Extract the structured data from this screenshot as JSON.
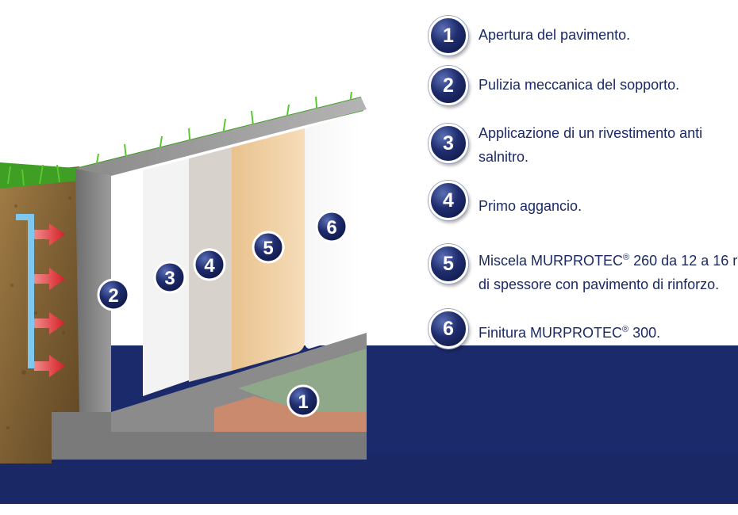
{
  "legend": {
    "items": [
      {
        "number": "1",
        "text": "Apertura del pavimento."
      },
      {
        "number": "2",
        "text": "Pulizia meccanica del sopporto."
      },
      {
        "number": "3",
        "text_line1": "Applicazione di un rivestimento anti",
        "text_line2": "salnitro."
      },
      {
        "number": "4",
        "text": "Primo aggancio."
      },
      {
        "number": "5",
        "text_line1_a": "Miscela MURPROTEC",
        "reg": "®",
        "text_line1_b": " 260 da 12 a 16 r",
        "text_line2": "di spessore con pavimento di rinforzo."
      },
      {
        "number": "6",
        "text_a": "Finitura MURPROTEC",
        "reg": "®",
        "text_b": " 300."
      }
    ]
  },
  "diagram": {
    "markers": [
      "1",
      "2",
      "3",
      "4",
      "5",
      "6"
    ]
  },
  "colors": {
    "navy": "#1b2a6b",
    "legend_text": "#1b2a66",
    "grass": "#4bb52a",
    "soil": "#8a6a3a",
    "concrete": "#8e8e8e",
    "layer3": "#f4f4f4",
    "layer4": "#d8d4ce",
    "layer5": "#f1d2a6",
    "floor_green": "#8fa88a",
    "floor_pink": "#c98a6e",
    "arrow_red": "#d8262a",
    "arrow_blue": "#7ec8f0"
  }
}
